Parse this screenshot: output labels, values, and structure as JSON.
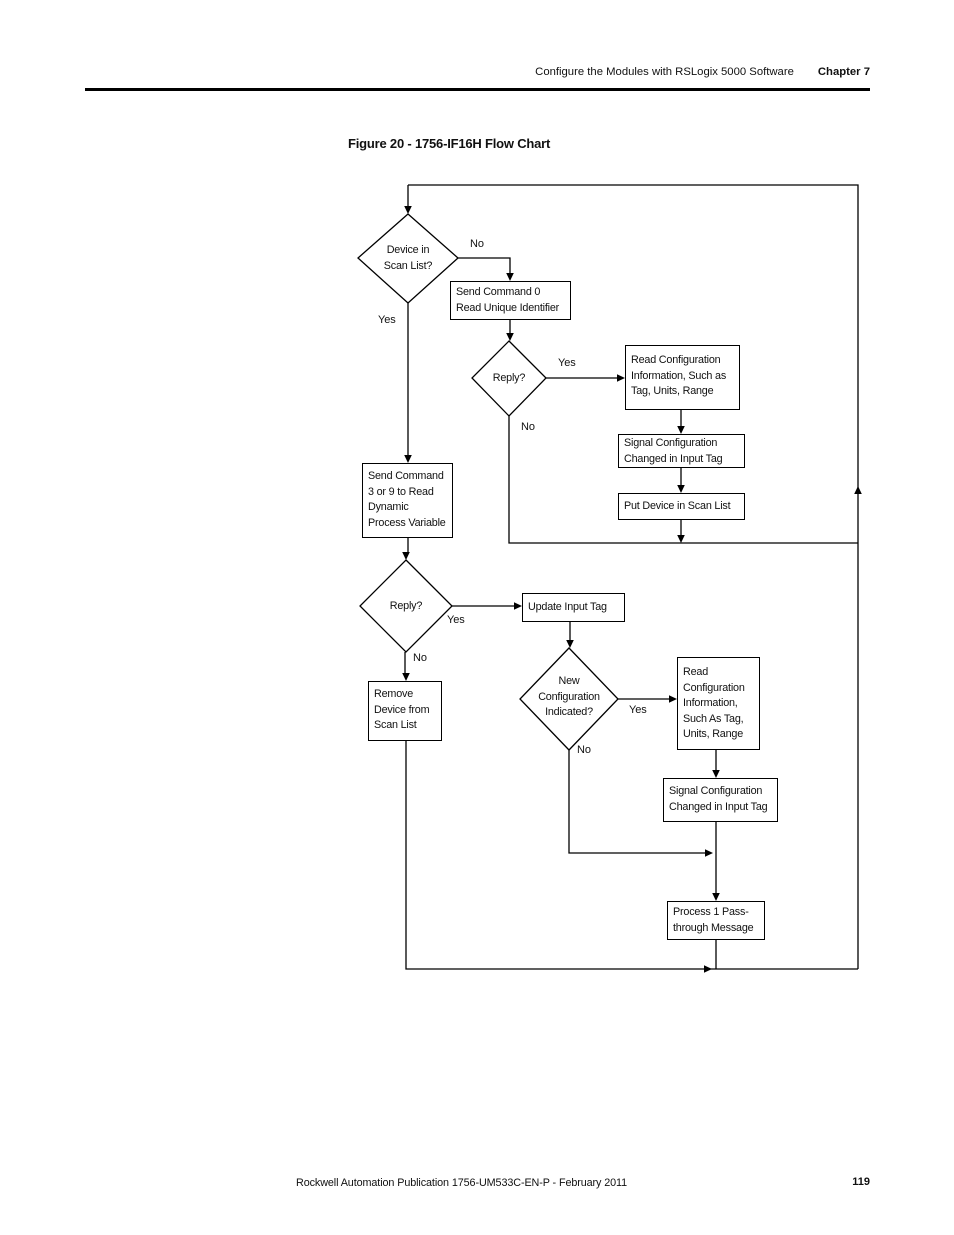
{
  "header": {
    "title": "Configure the Modules with RSLogix 5000 Software",
    "chapter": "Chapter 7"
  },
  "figure": {
    "title": "Figure 20 - 1756-IF16H Flow Chart"
  },
  "flowchart": {
    "nodes": {
      "device_in_scan_list": {
        "type": "decision",
        "label": "Device in\nScan List?"
      },
      "send_command_0": {
        "type": "process",
        "label": "Send Command 0\nRead Unique Identifier"
      },
      "reply_1": {
        "type": "decision",
        "label": "Reply?"
      },
      "read_config_info_1": {
        "type": "process",
        "label": "Read Configuration\nInformation, Such as\nTag, Units, Range"
      },
      "signal_config_changed_1": {
        "type": "process",
        "label": "Signal Configuration\nChanged in Input Tag"
      },
      "put_device_in_scan_list": {
        "type": "process",
        "label": "Put Device in Scan List"
      },
      "send_command_3_or_9": {
        "type": "process",
        "label": "Send Command\n3 or 9 to Read\nDynamic\nProcess Variable"
      },
      "reply_2": {
        "type": "decision",
        "label": "Reply?"
      },
      "update_input_tag": {
        "type": "process",
        "label": "Update Input Tag"
      },
      "new_configuration_indicated": {
        "type": "decision",
        "label": "New\nConfiguration\nIndicated?"
      },
      "read_config_info_2": {
        "type": "process",
        "label": "Read\nConfiguration\nInformation,\nSuch As Tag,\nUnits, Range"
      },
      "signal_config_changed_2": {
        "type": "process",
        "label": "Signal Configuration\nChanged in Input Tag"
      },
      "remove_device": {
        "type": "process",
        "label": "Remove\nDevice from\nScan List"
      },
      "process_passthrough": {
        "type": "process",
        "label": "Process 1 Pass-\nthrough Message"
      }
    },
    "edges": {
      "device_in_scan_list_no": "No",
      "device_in_scan_list_yes": "Yes",
      "reply_1_yes": "Yes",
      "reply_1_no": "No",
      "reply_2_yes": "Yes",
      "reply_2_no": "No",
      "new_configuration_yes": "Yes",
      "new_configuration_no": "No"
    }
  },
  "footer": {
    "publication": "Rockwell Automation Publication 1756-UM533C-EN-P - February 2011",
    "page_number": "119"
  },
  "colors": {
    "ink": "#000000",
    "paper": "#ffffff"
  }
}
